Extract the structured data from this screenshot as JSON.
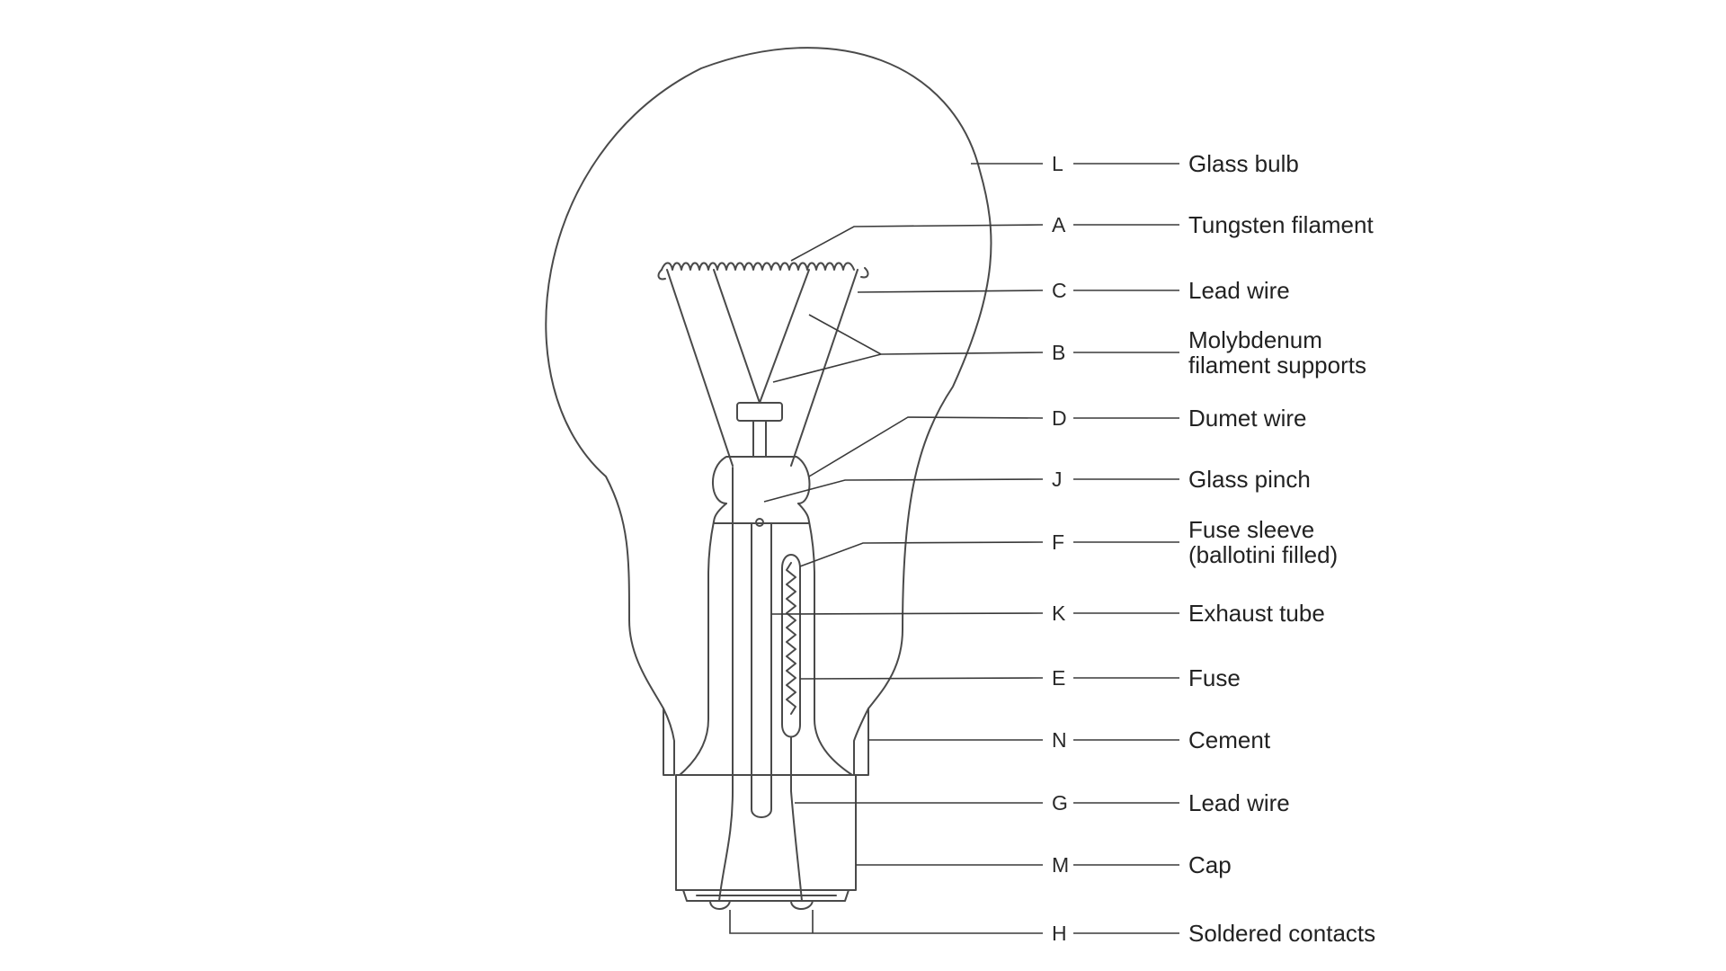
{
  "labels": [
    {
      "letter": "L",
      "text": [
        "Glass bulb"
      ]
    },
    {
      "letter": "A",
      "text": [
        "Tungsten filament"
      ]
    },
    {
      "letter": "C",
      "text": [
        "Lead wire"
      ]
    },
    {
      "letter": "B",
      "text": [
        "Molybdenum",
        "filament supports"
      ]
    },
    {
      "letter": "D",
      "text": [
        "Dumet wire"
      ]
    },
    {
      "letter": "J",
      "text": [
        "Glass pinch"
      ]
    },
    {
      "letter": "F",
      "text": [
        "Fuse sleeve",
        "(ballotini filled)"
      ]
    },
    {
      "letter": "K",
      "text": [
        "Exhaust tube"
      ]
    },
    {
      "letter": "E",
      "text": [
        "Fuse"
      ]
    },
    {
      "letter": "N",
      "text": [
        "Cement"
      ]
    },
    {
      "letter": "G",
      "text": [
        "Lead wire"
      ]
    },
    {
      "letter": "M",
      "text": [
        "Cap"
      ]
    },
    {
      "letter": "H",
      "text": [
        "Soldered contacts"
      ]
    }
  ]
}
